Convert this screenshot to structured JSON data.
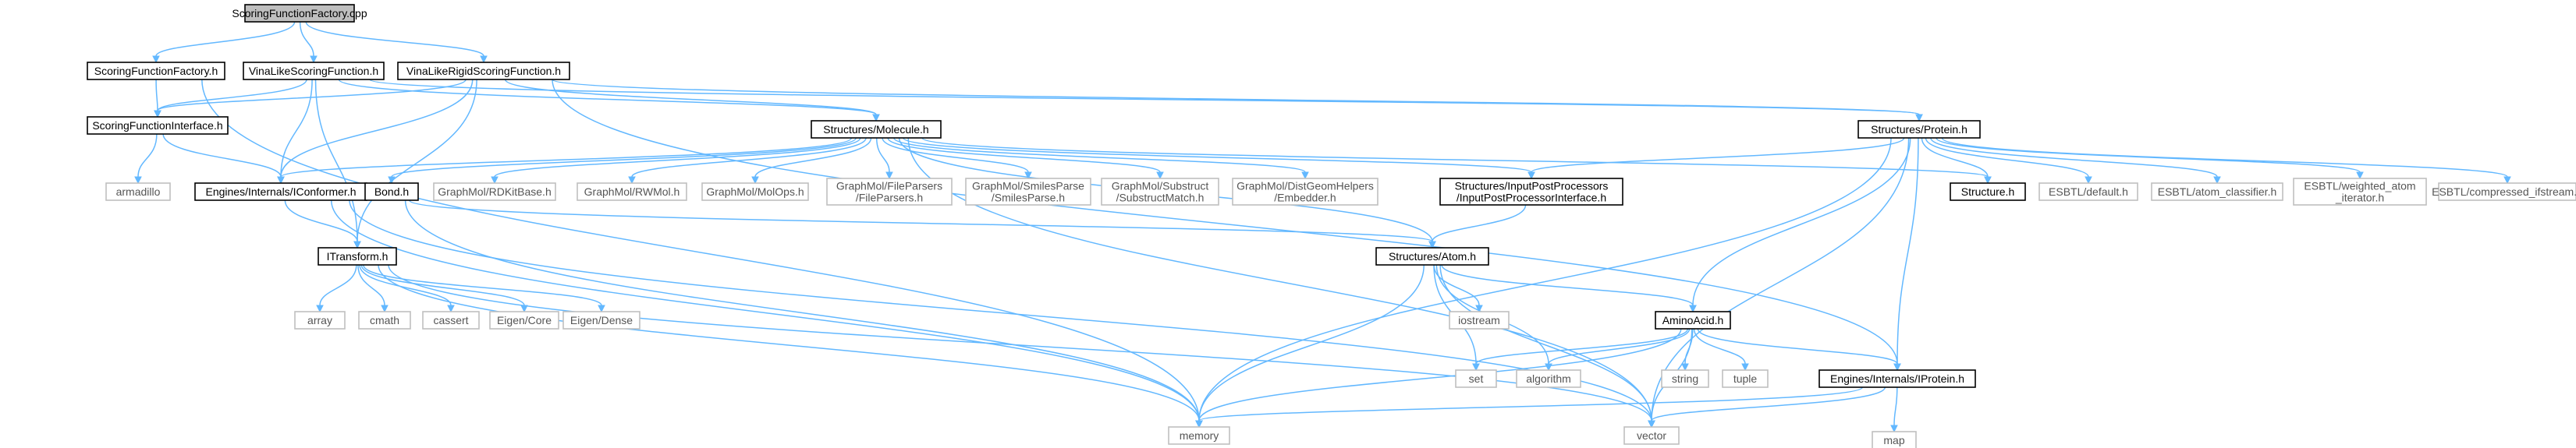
{
  "graph": {
    "title": "",
    "colors": {
      "edge": "#63b8ff",
      "root_fill": "#bfbfbf",
      "node_border": "#000000",
      "external_border": "#bfbfbf"
    },
    "nodes": {
      "root": {
        "lines": [
          "ScoringFunctionFactory.cpp"
        ],
        "kind": "root"
      },
      "sff_h": {
        "lines": [
          "ScoringFunctionFactory.h"
        ],
        "kind": "local"
      },
      "vina_h": {
        "lines": [
          "VinaLikeScoringFunction.h"
        ],
        "kind": "local"
      },
      "vinarigid_h": {
        "lines": [
          "VinaLikeRigidScoringFunction.h"
        ],
        "kind": "local"
      },
      "sfi_h": {
        "lines": [
          "ScoringFunctionInterface.h"
        ],
        "kind": "local"
      },
      "armadillo": {
        "lines": [
          "armadillo"
        ],
        "kind": "external"
      },
      "iconformer": {
        "lines": [
          "Engines/Internals/IConformer.h"
        ],
        "kind": "local"
      },
      "itransform": {
        "lines": [
          "ITransform.h"
        ],
        "kind": "local"
      },
      "array": {
        "lines": [
          "array"
        ],
        "kind": "external"
      },
      "cmath": {
        "lines": [
          "cmath"
        ],
        "kind": "external"
      },
      "cassert": {
        "lines": [
          "cassert"
        ],
        "kind": "external"
      },
      "eigencore": {
        "lines": [
          "Eigen/Core"
        ],
        "kind": "external"
      },
      "eigendense": {
        "lines": [
          "Eigen/Dense"
        ],
        "kind": "external"
      },
      "molecule": {
        "lines": [
          "Structures/Molecule.h"
        ],
        "kind": "local"
      },
      "bond": {
        "lines": [
          "Bond.h"
        ],
        "kind": "local"
      },
      "rdkitbase": {
        "lines": [
          "GraphMol/RDKitBase.h"
        ],
        "kind": "external"
      },
      "rwmol": {
        "lines": [
          "GraphMol/RWMol.h"
        ],
        "kind": "external"
      },
      "molops": {
        "lines": [
          "GraphMol/MolOps.h"
        ],
        "kind": "external"
      },
      "fileparsers": {
        "lines": [
          "GraphMol/FileParsers",
          "/FileParsers.h"
        ],
        "kind": "external"
      },
      "smilesparse": {
        "lines": [
          "GraphMol/SmilesParse",
          "/SmilesParse.h"
        ],
        "kind": "external"
      },
      "substruct": {
        "lines": [
          "GraphMol/Substruct",
          "/SubstructMatch.h"
        ],
        "kind": "external"
      },
      "distgeom": {
        "lines": [
          "GraphMol/DistGeomHelpers",
          "/Embedder.h"
        ],
        "kind": "external"
      },
      "ipp": {
        "lines": [
          "Structures/InputPostProcessors",
          "/InputPostProcessorInterface.h"
        ],
        "kind": "local"
      },
      "atom": {
        "lines": [
          "Structures/Atom.h"
        ],
        "kind": "local"
      },
      "iostream": {
        "lines": [
          "iostream"
        ],
        "kind": "external"
      },
      "aminoacid": {
        "lines": [
          "AminoAcid.h"
        ],
        "kind": "local"
      },
      "set": {
        "lines": [
          "set"
        ],
        "kind": "external"
      },
      "algorithm": {
        "lines": [
          "algorithm"
        ],
        "kind": "external"
      },
      "string": {
        "lines": [
          "string"
        ],
        "kind": "external"
      },
      "tuple": {
        "lines": [
          "tuple"
        ],
        "kind": "external"
      },
      "iprotein": {
        "lines": [
          "Engines/Internals/IProtein.h"
        ],
        "kind": "local"
      },
      "map": {
        "lines": [
          "map"
        ],
        "kind": "external"
      },
      "memory": {
        "lines": [
          "memory"
        ],
        "kind": "external"
      },
      "vector": {
        "lines": [
          "vector"
        ],
        "kind": "external"
      },
      "protein": {
        "lines": [
          "Structures/Protein.h"
        ],
        "kind": "local"
      },
      "structure": {
        "lines": [
          "Structure.h"
        ],
        "kind": "local"
      },
      "esbtl_default": {
        "lines": [
          "ESBTL/default.h"
        ],
        "kind": "external"
      },
      "esbtl_atomclass": {
        "lines": [
          "ESBTL/atom_classifier.h"
        ],
        "kind": "external"
      },
      "esbtl_weighted": {
        "lines": [
          "ESBTL/weighted_atom",
          "_iterator.h"
        ],
        "kind": "external"
      },
      "esbtl_compressed": {
        "lines": [
          "ESBTL/compressed_ifstream.h"
        ],
        "kind": "external"
      }
    },
    "edges": [
      [
        "root",
        "sff_h"
      ],
      [
        "root",
        "vina_h"
      ],
      [
        "root",
        "vinarigid_h"
      ],
      [
        "sff_h",
        "sfi_h"
      ],
      [
        "sff_h",
        "memory"
      ],
      [
        "vina_h",
        "sfi_h"
      ],
      [
        "vina_h",
        "molecule"
      ],
      [
        "vina_h",
        "protein"
      ],
      [
        "vina_h",
        "iconformer"
      ],
      [
        "vina_h",
        "itransform"
      ],
      [
        "vinarigid_h",
        "sfi_h"
      ],
      [
        "vinarigid_h",
        "molecule"
      ],
      [
        "vinarigid_h",
        "protein"
      ],
      [
        "vinarigid_h",
        "iconformer"
      ],
      [
        "vinarigid_h",
        "itransform"
      ],
      [
        "vinarigid_h",
        "iprotein"
      ],
      [
        "sfi_h",
        "armadillo"
      ],
      [
        "sfi_h",
        "iconformer"
      ],
      [
        "iconformer",
        "itransform"
      ],
      [
        "iconformer",
        "memory"
      ],
      [
        "iconformer",
        "vector"
      ],
      [
        "itransform",
        "array"
      ],
      [
        "itransform",
        "cmath"
      ],
      [
        "itransform",
        "cassert"
      ],
      [
        "itransform",
        "eigencore"
      ],
      [
        "itransform",
        "eigendense"
      ],
      [
        "itransform",
        "memory"
      ],
      [
        "itransform",
        "vector"
      ],
      [
        "molecule",
        "iconformer"
      ],
      [
        "molecule",
        "bond"
      ],
      [
        "molecule",
        "rdkitbase"
      ],
      [
        "molecule",
        "rwmol"
      ],
      [
        "molecule",
        "molops"
      ],
      [
        "molecule",
        "fileparsers"
      ],
      [
        "molecule",
        "smilesparse"
      ],
      [
        "molecule",
        "substruct"
      ],
      [
        "molecule",
        "distgeom"
      ],
      [
        "molecule",
        "ipp"
      ],
      [
        "molecule",
        "atom"
      ],
      [
        "molecule",
        "structure"
      ],
      [
        "molecule",
        "vector"
      ],
      [
        "bond",
        "atom"
      ],
      [
        "bond",
        "memory"
      ],
      [
        "ipp",
        "atom"
      ],
      [
        "atom",
        "iostream"
      ],
      [
        "atom",
        "aminoacid"
      ],
      [
        "atom",
        "set"
      ],
      [
        "atom",
        "algorithm"
      ],
      [
        "atom",
        "memory"
      ],
      [
        "atom",
        "vector"
      ],
      [
        "aminoacid",
        "set"
      ],
      [
        "aminoacid",
        "algorithm"
      ],
      [
        "aminoacid",
        "string"
      ],
      [
        "aminoacid",
        "tuple"
      ],
      [
        "aminoacid",
        "iprotein"
      ],
      [
        "aminoacid",
        "memory"
      ],
      [
        "aminoacid",
        "vector"
      ],
      [
        "iprotein",
        "memory"
      ],
      [
        "iprotein",
        "vector"
      ],
      [
        "iprotein",
        "map"
      ],
      [
        "protein",
        "ipp"
      ],
      [
        "protein",
        "structure"
      ],
      [
        "protein",
        "esbtl_default"
      ],
      [
        "protein",
        "esbtl_atomclass"
      ],
      [
        "protein",
        "esbtl_weighted"
      ],
      [
        "protein",
        "esbtl_compressed"
      ],
      [
        "protein",
        "aminoacid"
      ],
      [
        "protein",
        "iprotein"
      ],
      [
        "protein",
        "memory"
      ],
      [
        "protein",
        "vector"
      ]
    ]
  }
}
